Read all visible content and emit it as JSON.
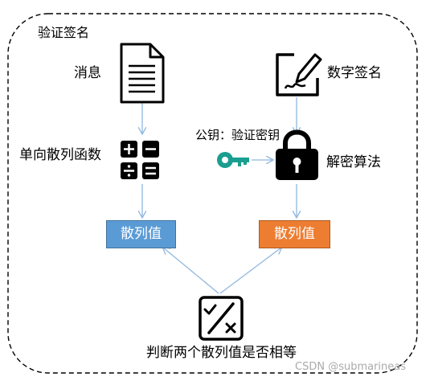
{
  "diagram": {
    "title": "验证签名",
    "message_label": "消息",
    "signature_label": "数字签名",
    "hash_function_label": "单向散列函数",
    "public_key_label": "公钥：验证密钥",
    "decrypt_label": "解密算法",
    "hash_value_left": "散列值",
    "hash_value_right": "散列值",
    "compare_label": "判断两个散列值是否相等",
    "watermark": "CSDN @submarineas"
  },
  "colors": {
    "hash_box_left": "#5b9bd5",
    "hash_box_right": "#ed7d31",
    "arrow": "#8fb7de",
    "key": "#1a9e8f",
    "border": "#000000"
  },
  "icons": [
    "document-icon",
    "signature-icon",
    "calculator-icon",
    "lock-icon",
    "key-icon",
    "compare-icon"
  ]
}
